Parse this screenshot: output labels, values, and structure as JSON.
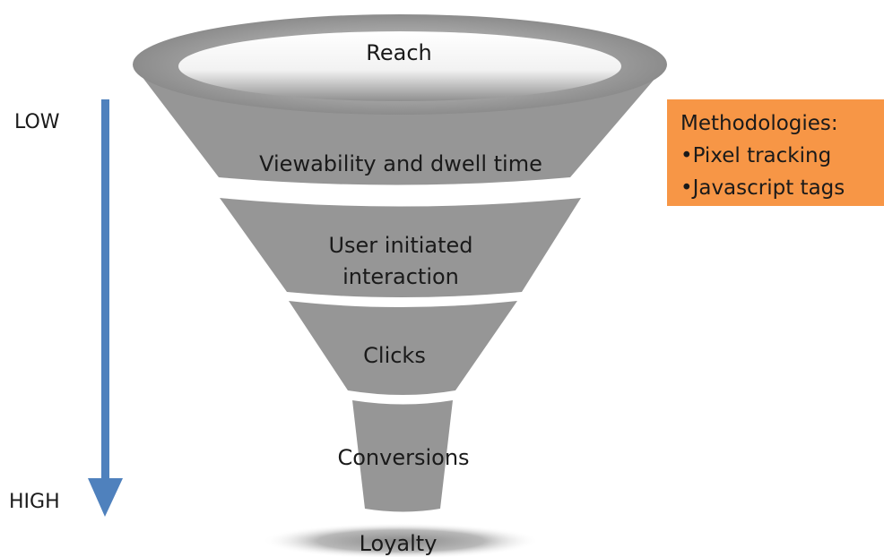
{
  "funnel": {
    "stages": [
      {
        "label_lines": [
          "Reach"
        ]
      },
      {
        "label_lines": [
          "Viewability and dwell time"
        ]
      },
      {
        "label_lines": [
          "User initiated",
          "interaction"
        ]
      },
      {
        "label_lines": [
          "Clicks"
        ]
      },
      {
        "label_lines": [
          "Conversions"
        ]
      },
      {
        "label_lines": [
          "Loyalty"
        ]
      }
    ]
  },
  "scale": {
    "top_label": "LOW",
    "bottom_label": "HIGH",
    "arrow_color": "#4f81bd"
  },
  "methodologies": {
    "title": "Methodologies:",
    "items": [
      "•Pixel tracking",
      "•Javascript tags"
    ],
    "box_color": "#f79646"
  }
}
